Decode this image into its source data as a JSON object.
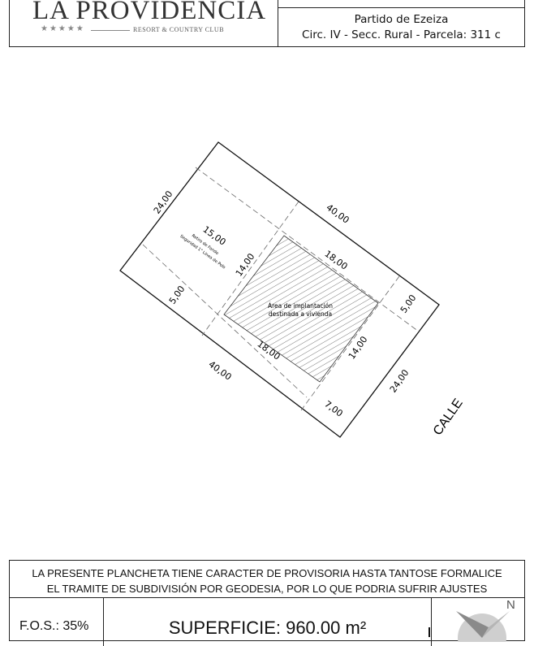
{
  "header": {
    "logo_text": "LA PROVIDENCIA",
    "logo_stars": "★★★★★",
    "logo_subtitle": "RESORT & COUNTRY CLUB",
    "partido": "Partido de Ezeiza",
    "circ": "Circ. IV - Secc. Rural - Parcela: 311 c"
  },
  "plan": {
    "dims": {
      "top_side": "40,00",
      "bottom_side": "40,00",
      "left_side": "24,00",
      "right_side": "24,00",
      "rear_setback": "15,00",
      "left_setback": "5,00",
      "right_setback": "5,00",
      "front_setback": "7,00",
      "building_top": "18,00",
      "building_bottom": "18,00",
      "building_left": "14,00",
      "building_right": "14,00"
    },
    "rear_note_1": "Retiro de Fondo",
    "rear_note_2": "Seguridad 1° Línea de Polo",
    "area_label_1": "Área de implantación",
    "area_label_2": "destinada a vivienda",
    "street": "CALLE"
  },
  "footer": {
    "notice_line1": "LA PRESENTE PLANCHETA TIENE CARACTER DE PROVISORIA HASTA TANTOSE FORMALICE",
    "notice_line2": "EL TRAMITE DE SUBDIVISIÓN POR GEODESIA, POR LO QUE PODRIA SUFRIR AJUSTES",
    "fos": "F.O.S.: 35%",
    "superficie": "SUPERFICIE: 960.00 m²",
    "north": "N"
  },
  "colors": {
    "line": "#111111",
    "dashed": "#666666",
    "hatch": "#555555"
  }
}
